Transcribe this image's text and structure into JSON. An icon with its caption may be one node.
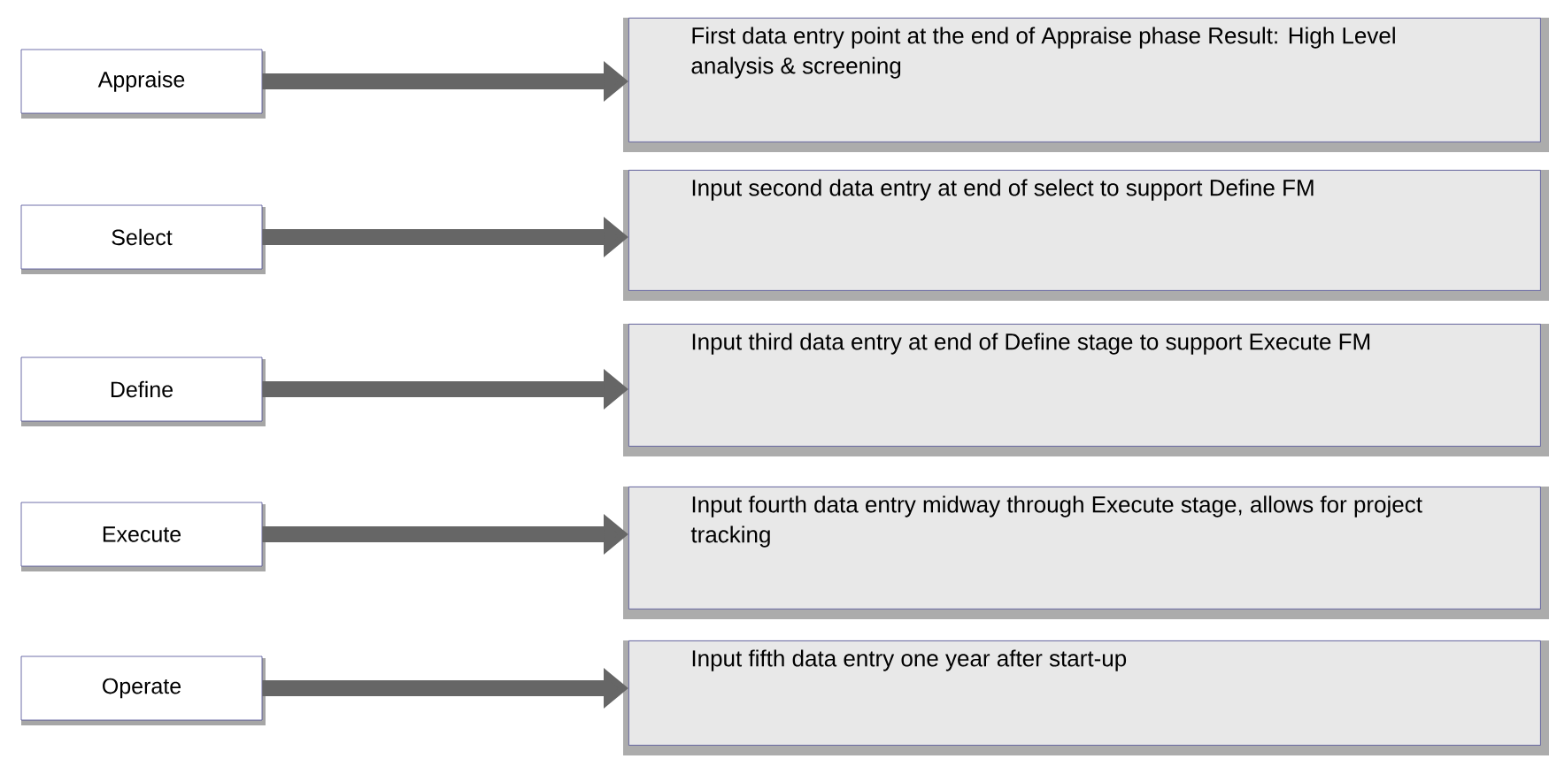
{
  "diagram": {
    "nodes": [
      {
        "text": [
          "Appraise"
        ]
      },
      {
        "text": [
          "First data entry point at the  end of Appraise phase Result: High Level analysis & screening"
        ]
      },
      {
        "text": [
          "Select"
        ]
      },
      {
        "text": [
          "Input second data entry at end of select to support Define FM"
        ]
      },
      {
        "text": [
          "Define"
        ]
      },
      {
        "text": [
          "Input third data entry at end of Define stage to support Execute FM"
        ]
      },
      {
        "text": [
          "Execute"
        ]
      },
      {
        "text": [
          "Input fourth data entry midway through Execute stage, allows for project tracking"
        ]
      },
      {
        "text": [
          "Operate"
        ]
      },
      {
        "text": [
          "Input fifth data entry one year after start-up"
        ]
      }
    ],
    "edges": [
      {
        "from": 0,
        "to": 1,
        "arrow": "to"
      },
      {
        "from": 2,
        "to": 3,
        "arrow": "to"
      },
      {
        "from": 4,
        "to": 5,
        "arrow": "to"
      },
      {
        "from": 6,
        "to": 7,
        "arrow": "to"
      },
      {
        "from": 8,
        "to": 9,
        "arrow": "to"
      }
    ]
  }
}
